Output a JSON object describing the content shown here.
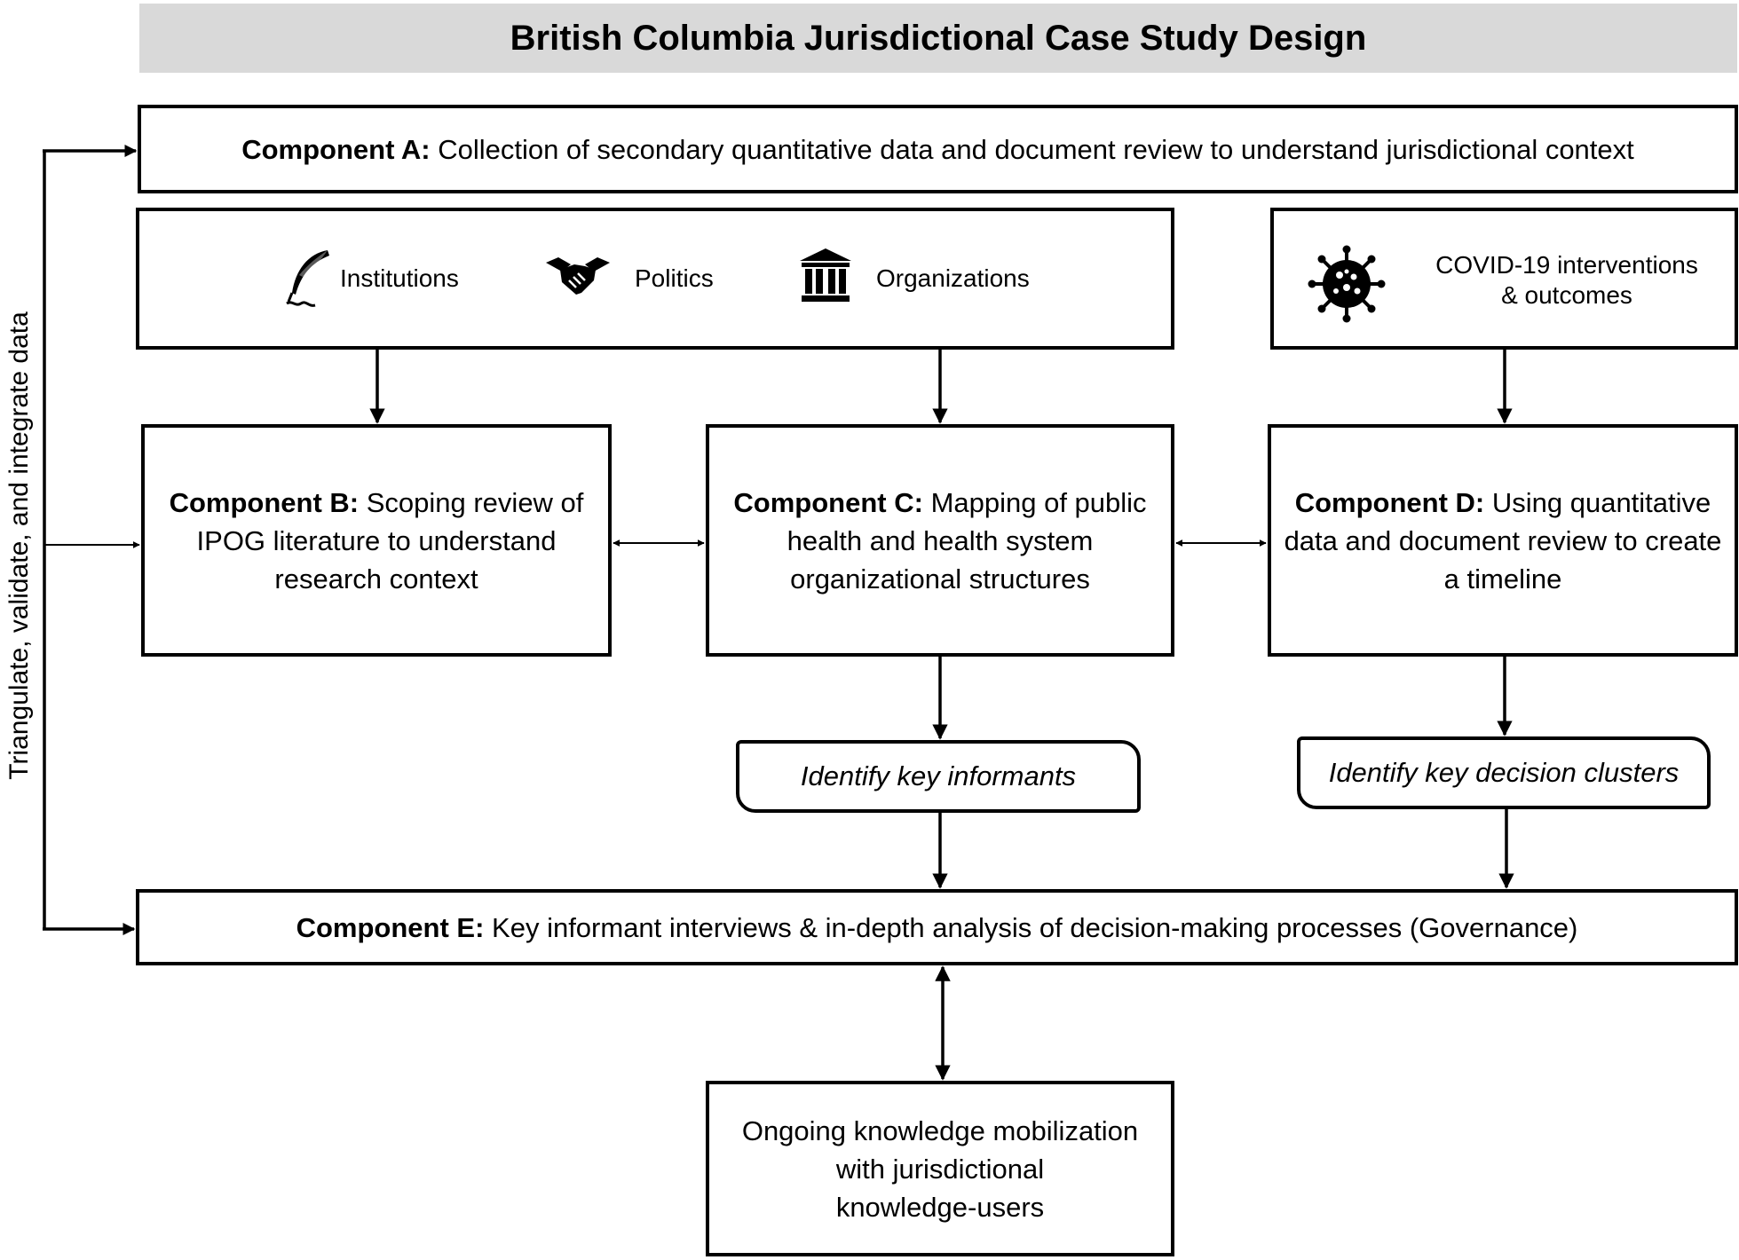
{
  "title": "British Columbia Jurisdictional Case Study Design",
  "side_label": "Triangulate, validate, and integrate data",
  "component_a": {
    "label": "Component A:",
    "text": " Collection of secondary quantitative data and document review to understand jurisdictional context"
  },
  "framework": {
    "items": [
      {
        "icon": "quill-pen-icon",
        "label": "Institutions"
      },
      {
        "icon": "handshake-icon",
        "label": "Politics"
      },
      {
        "icon": "building-columns-icon",
        "label": "Organizations"
      }
    ]
  },
  "covid": {
    "icon": "virus-icon",
    "line1": "COVID-19 interventions",
    "line2": "& outcomes"
  },
  "component_b": {
    "label": "Component B:",
    "text": " Scoping review of IPOG literature to understand research context"
  },
  "component_c": {
    "label": "Component C:",
    "text": " Mapping of public health and health system organizational structures"
  },
  "component_d": {
    "label": "Component D:",
    "text": " Using quantitative data and document review to create a timeline"
  },
  "key_informants": "Identify key informants",
  "decision_clusters": "Identify key decision clusters",
  "component_e": {
    "label": "Component E:",
    "text": " Key informant interviews & in-depth analysis of decision-making processes (Governance)"
  },
  "knowledge": {
    "line1": "Ongoing knowledge mobilization",
    "line2": "with jurisdictional",
    "line3": "knowledge-users"
  }
}
